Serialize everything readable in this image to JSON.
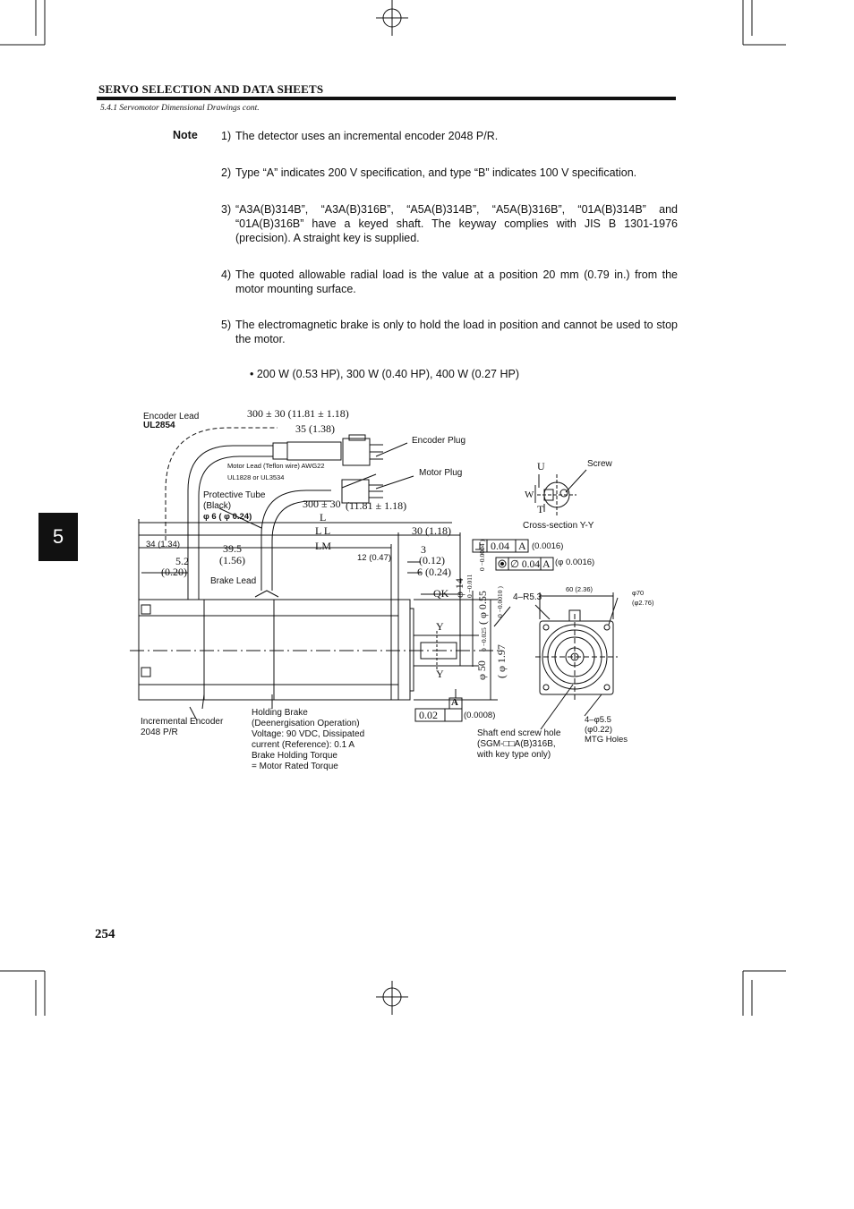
{
  "header": {
    "section_title": "SERVO SELECTION AND DATA SHEETS",
    "subsection": "5.4.1 Servomotor Dimensional Drawings cont."
  },
  "notes": {
    "label": "Note",
    "items": [
      {
        "num": "1)",
        "text": "The detector uses an incremental encoder 2048 P/R."
      },
      {
        "num": "2)",
        "text": "Type “A” indicates 200 V specification, and type “B” indicates 100 V specification."
      },
      {
        "num": "3)",
        "text": "“A3A(B)314B”, “A3A(B)316B”, “A5A(B)314B”, “A5A(B)316B”, “01A(B)314B” and “01A(B)316B” have a keyed shaft. The keyway complies with JIS B 1301-1976 (precision). A straight key is supplied."
      },
      {
        "num": "4)",
        "text": "The quoted allowable radial load is the value at a position 20 mm (0.79 in.) from the motor mounting surface."
      },
      {
        "num": "5)",
        "text": "The electromagnetic brake is only to hold the load in position and cannot be used to stop the motor."
      }
    ]
  },
  "bullet": "• 200 W (0.53 HP), 300 W (0.40 HP), 400 W (0.27 HP)",
  "side_tab": "5",
  "page_number": "254",
  "drawing": {
    "encoder_lead": "Encoder Lead",
    "ul2854": "UL2854",
    "dim_300_top": "300 ± 30 (11.81 ± 1.18)",
    "dim_35": "35 (1.38)",
    "encoder_plug": "Encoder Plug",
    "motor_lead_1": "Motor Lead (Teflon wire) AWG22",
    "motor_lead_2": "UL1828 or UL3534",
    "motor_plug": "Motor Plug",
    "protective_tube_1": "Protective Tube",
    "protective_tube_2": "(Black)",
    "protective_tube_3": "φ 6 ( φ 0.24)",
    "dim_300_mid": "300 ± 30",
    "dim_300_mid_in": "(11.81 ± 1.18)",
    "dim_L": "L",
    "dim_LL": "L L",
    "dim_LM": "LM",
    "dim_30": "30 (1.18)",
    "dim_34": "34 (1.34)",
    "dim_39_5": "39.5",
    "dim_1_56": "(1.56)",
    "dim_5_2": "5.2",
    "dim_0_20": "(0.20)",
    "dim_12": "12 (0.47)",
    "dim_3": "3",
    "dim_0_12": "(0.12)",
    "dim_6": "6 (0.24)",
    "brake_lead": "Brake Lead",
    "dim_QK": "QK",
    "dim_phi14": "φ 14",
    "dim_phi14_tol": "0 −0.011",
    "dim_phi055": "( φ 0.55",
    "dim_phi055_tol": "0 −0.0004 )",
    "dim_phi50": "φ 50",
    "dim_phi50_tol": "0 −0.025",
    "dim_phi197": "( φ 1.97",
    "dim_phi197_tol": "0 −0.0010 )",
    "perp_tol": "0.04",
    "perp_ref": "A",
    "perp_in": "(0.0016)",
    "conc_tol": "∅ 0.04",
    "conc_ref": "A",
    "conc_in": "(φ 0.0016)",
    "runout_tol": "0.02",
    "runout_in": "(0.0008)",
    "datum_A": "A",
    "section_Y": "Y",
    "cross_U": "U",
    "cross_W": "W",
    "cross_T": "T",
    "screw": "Screw",
    "cross_section": "Cross-section Y-Y",
    "r53": "4–R5.3",
    "dim_60": "60 (2.36)",
    "phi70": "φ70",
    "phi70_in": "(φ2.76)",
    "holes_1": "4–φ5.5",
    "holes_2": "(φ0.22)",
    "holes_3": "MTG Holes",
    "inc_enc_1": "Incremental Encoder",
    "inc_enc_2": "2048 P/R",
    "brake_1": "Holding Brake",
    "brake_2": "(Deenergisation Operation)",
    "brake_3": "Voltage: 90 VDC, Dissipated",
    "brake_4": "current (Reference): 0.1 A",
    "brake_5": "Brake Holding Torque",
    "brake_6": "= Motor Rated Torque",
    "shaft_1": "Shaft end screw hole",
    "shaft_2": "(SGM-□□A(B)316B,",
    "shaft_3": "with key type only)"
  }
}
